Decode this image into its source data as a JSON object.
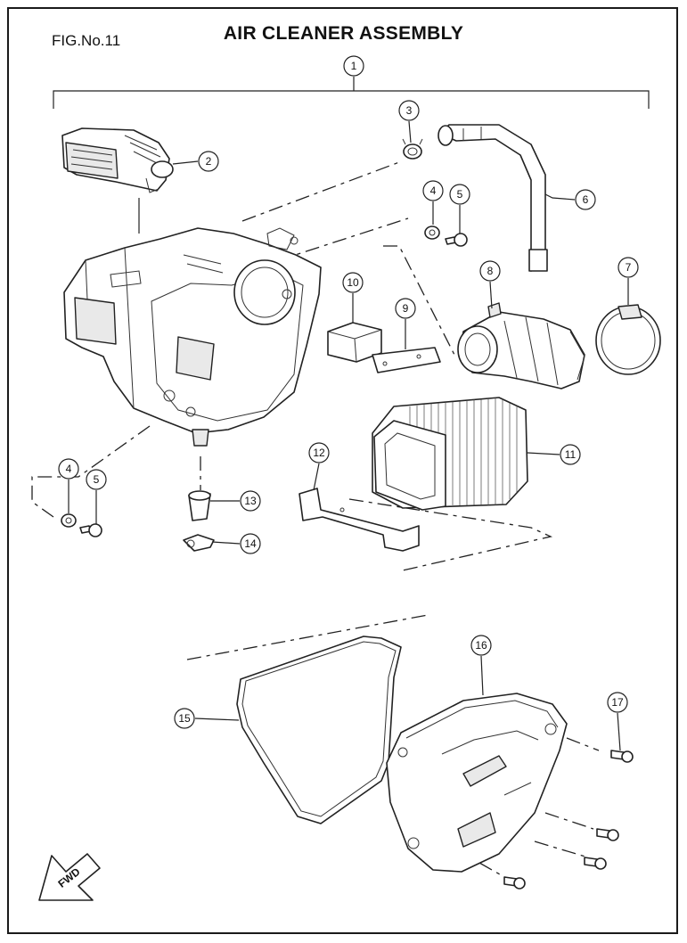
{
  "figure": {
    "number_label": "FIG.No.11",
    "title": "AIR CLEANER ASSEMBLY"
  },
  "callouts": [
    {
      "id": "1",
      "label": "1"
    },
    {
      "id": "2",
      "label": "2"
    },
    {
      "id": "3",
      "label": "3"
    },
    {
      "id": "4a",
      "label": "4"
    },
    {
      "id": "5a",
      "label": "5"
    },
    {
      "id": "6",
      "label": "6"
    },
    {
      "id": "7",
      "label": "7"
    },
    {
      "id": "8",
      "label": "8"
    },
    {
      "id": "9",
      "label": "9"
    },
    {
      "id": "10",
      "label": "10"
    },
    {
      "id": "11",
      "label": "11"
    },
    {
      "id": "12",
      "label": "12"
    },
    {
      "id": "13",
      "label": "13"
    },
    {
      "id": "14",
      "label": "14"
    },
    {
      "id": "4b",
      "label": "4"
    },
    {
      "id": "5b",
      "label": "5"
    },
    {
      "id": "15",
      "label": "15"
    },
    {
      "id": "16",
      "label": "16"
    },
    {
      "id": "17",
      "label": "17"
    }
  ],
  "direction_marker": {
    "label": "FWD"
  },
  "colors": {
    "line": "#222222",
    "background": "#ffffff",
    "shade": "#e9e9e9"
  }
}
